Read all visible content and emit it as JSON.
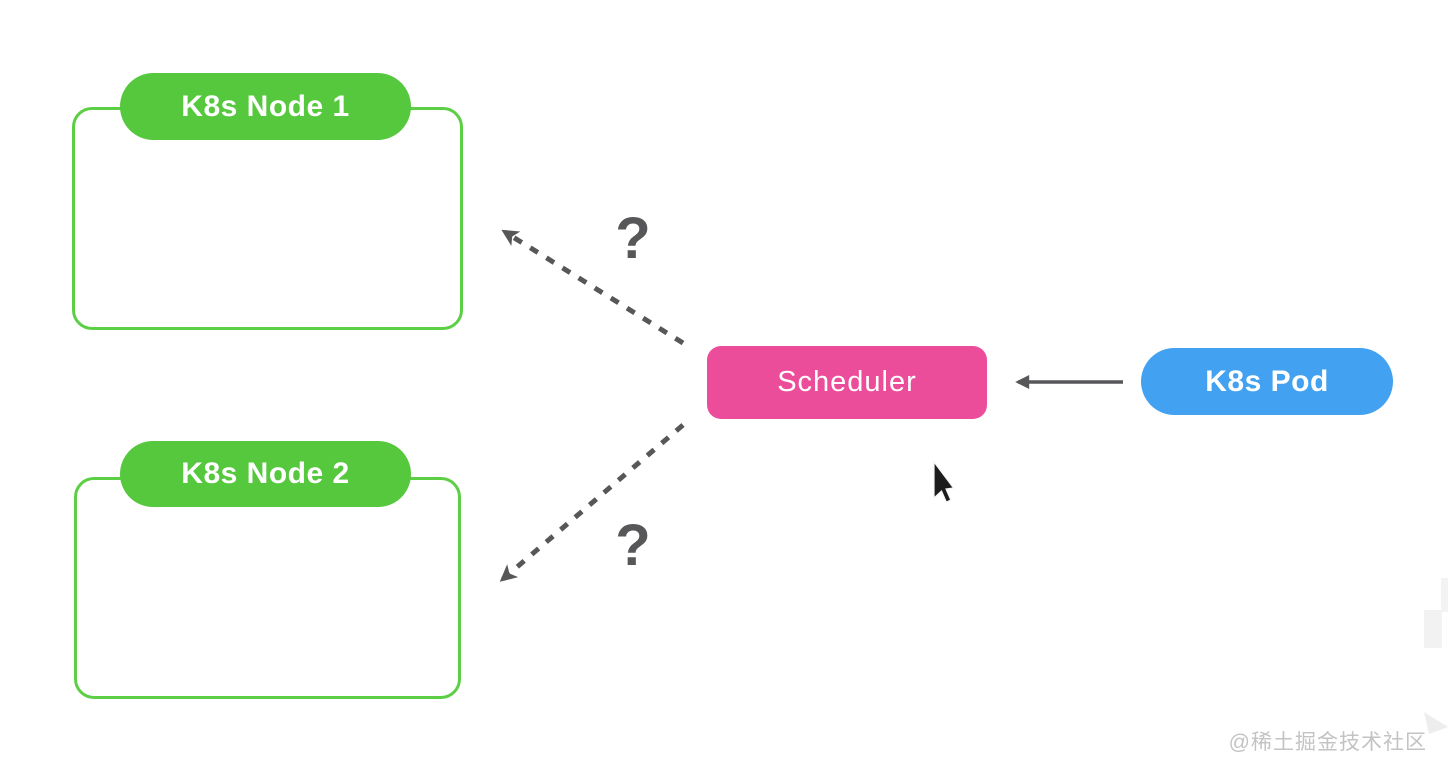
{
  "diagram": {
    "title_hint": "Kubernetes scheduler deciding node placement for a pod",
    "node1": {
      "label": "K8s Node 1"
    },
    "node2": {
      "label": "K8s Node 2"
    },
    "scheduler": {
      "label": "Scheduler"
    },
    "pod": {
      "label": "K8s Pod"
    },
    "question_top": {
      "label": "?"
    },
    "question_bottom": {
      "label": "?"
    },
    "connections": [
      {
        "from": "scheduler",
        "to": "node1",
        "style": "dashed-arrow",
        "label": "?"
      },
      {
        "from": "scheduler",
        "to": "node2",
        "style": "dashed-arrow",
        "label": "?"
      },
      {
        "from": "pod",
        "to": "scheduler",
        "style": "solid-arrow",
        "label": ""
      }
    ],
    "colors": {
      "node_fill_green": "#55c83e",
      "node_border_green": "#5ccf44",
      "scheduler_pink": "#ec4d9b",
      "pod_blue": "#42a1f0",
      "connector_gray": "#57575a",
      "label_text_white": "#ffffff",
      "background": "#ffffff",
      "watermark_gray": "#c3c3c3"
    }
  },
  "watermark": {
    "text": "@稀土掘金技术社区"
  }
}
